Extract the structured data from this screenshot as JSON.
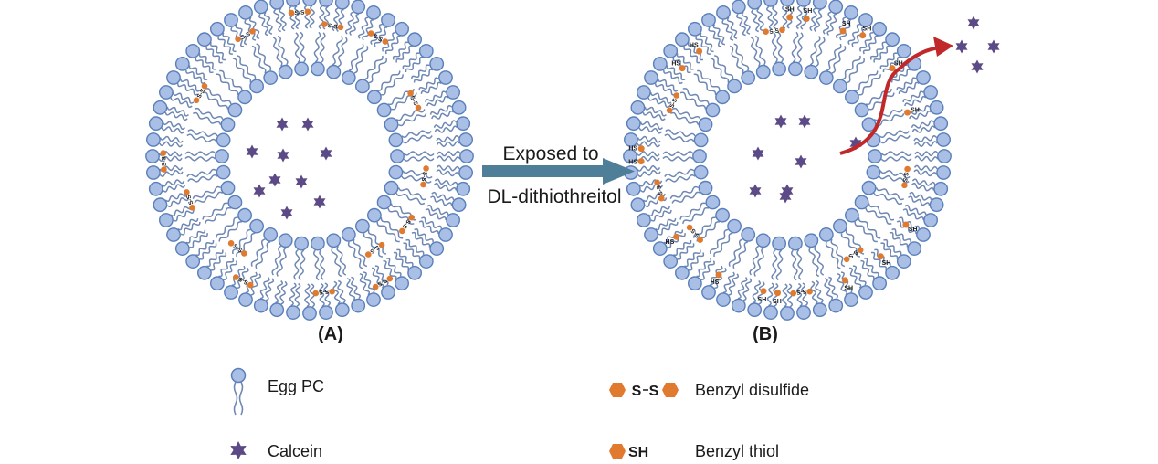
{
  "panels": [
    {
      "label": "(A)",
      "state": "intact"
    },
    {
      "label": "(B)",
      "state": "leaking"
    }
  ],
  "arrow": {
    "line1": "Exposed to",
    "line2": "DL-dithiothreitol"
  },
  "legend": {
    "egg_pc": "Egg PC",
    "calcein": "Calcein",
    "benzyl_disulfide": "Benzyl disulfide",
    "benzyl_disulfide_glyph": "S",
    "benzyl_thiol": "Benzyl thiol",
    "benzyl_thiol_glyph": "SH"
  },
  "colors": {
    "lipid_head": "#a9bfe6",
    "lipid_stroke": "#5a7fba",
    "tail": "#6f88b3",
    "calcein": "#5b4a86",
    "benzyl": "#e07a2e",
    "arrow": "#4f7e99",
    "leak_arrow": "#c0282a"
  },
  "molecule_text": {
    "disulfide": "S-S",
    "thiol": "SH",
    "thiol_rev": "HS"
  }
}
